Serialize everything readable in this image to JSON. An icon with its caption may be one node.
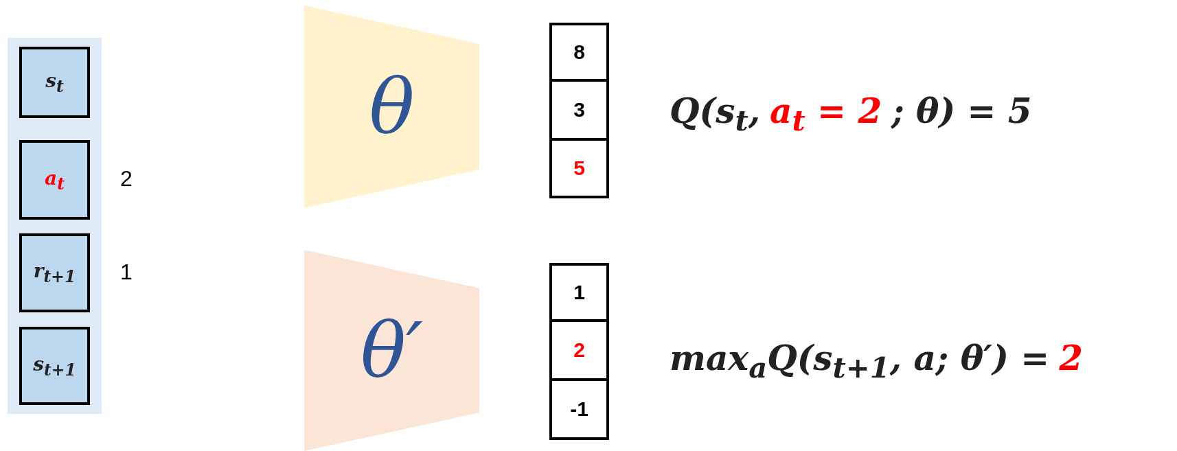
{
  "diagram": {
    "nodes": [
      {
        "text": [],
        "shape": "box"
      },
      {
        "text": [
          "s$_{t}$"
        ],
        "in": 0
      },
      {
        "text": [
          "a$_{t}$"
        ],
        "in": 0,
        "beside": [
          "2"
        ]
      },
      {
        "text": [
          "r$_{t+1}$"
        ],
        "in": 0,
        "beside": [
          "1"
        ]
      },
      {
        "text": [
          "s$_{t+1}$"
        ],
        "in": 0
      },
      {
        "text": [
          "θ"
        ]
      },
      {
        "text": [
          "8"
        ]
      },
      {
        "text": [
          "3"
        ]
      },
      {
        "text": [
          "5"
        ]
      },
      {
        "text": [
          "θ′"
        ]
      },
      {
        "text": [
          "1"
        ]
      },
      {
        "text": [
          "2"
        ]
      },
      {
        "text": [
          "-1"
        ]
      }
    ],
    "edges": [],
    "labels": [
      "Q(s$_{t}$,",
      "a$_{t}$ = 2",
      "; θ) = 5",
      "max$_{a}$Q(s$_{t+1}$, a; θ′) =",
      "2"
    ]
  }
}
